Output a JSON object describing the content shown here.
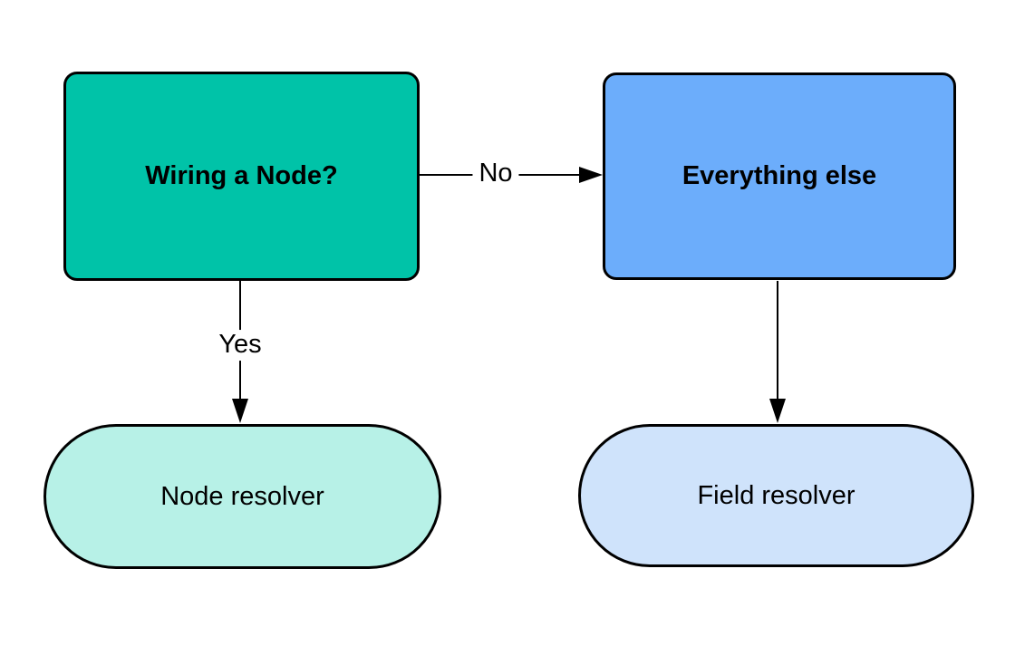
{
  "canvas": {
    "background": "#ffffff",
    "stroke": "#000000",
    "text_color": "#000000"
  },
  "nodes": {
    "wiring": {
      "label": "Wiring a Node?",
      "fill": "#00C3A8",
      "shape": "rounded-rectangle"
    },
    "everything": {
      "label": "Everything else",
      "fill": "#6CADFB",
      "shape": "rounded-rectangle"
    },
    "node_resolver": {
      "label": "Node resolver",
      "fill": "#B7F1E7",
      "shape": "pill"
    },
    "field_resolver": {
      "label": "Field resolver",
      "fill": "#CFE3FB",
      "shape": "pill"
    }
  },
  "edges": {
    "no": {
      "label": "No",
      "from": "wiring",
      "to": "everything"
    },
    "yes": {
      "label": "Yes",
      "from": "wiring",
      "to": "node_resolver"
    },
    "down": {
      "label": "",
      "from": "everything",
      "to": "field_resolver"
    }
  }
}
